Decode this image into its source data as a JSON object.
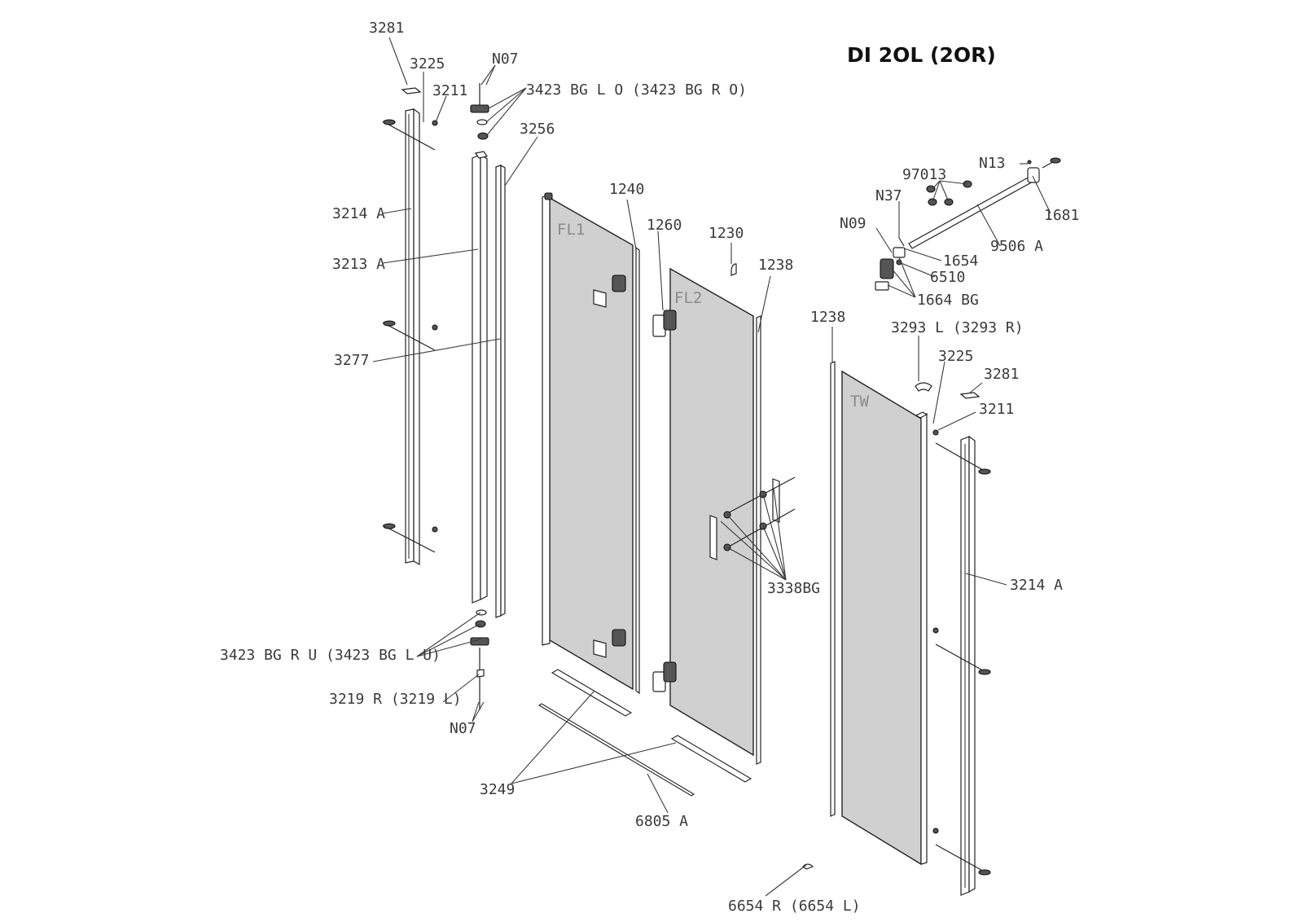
{
  "diagram": {
    "title": "DI 2OL (2OR)",
    "panel_labels": {
      "fl1": "FL1",
      "fl2": "FL2",
      "tw": "TW"
    },
    "callouts": {
      "c3281_top": "3281",
      "c3225_top": "3225",
      "c3211_top": "3211",
      "cN07_top": "N07",
      "c3423_top": "3423 BG L O (3423 BG R O)",
      "c3256": "3256",
      "c3214A_left": "3214  A",
      "c3213A": "3213  A",
      "c3277": "3277",
      "c1240": "1240",
      "c1260": "1260",
      "c1230": "1230",
      "c1238_mid": "1238",
      "c1238_right": "1238",
      "c97013": "97013",
      "cN13": "N13",
      "cN37": "N37",
      "cN09": "N09",
      "c1681": "1681",
      "c9506A": "9506  A",
      "c1654": "1654",
      "c6510": "6510",
      "c1664BG": "1664 BG",
      "c3293": "3293 L (3293 R)",
      "c3225_right": "3225",
      "c3281_right": "3281",
      "c3211_right": "3211",
      "c3338BG": "3338BG",
      "c3214A_right": "3214  A",
      "c3423_bottom": "3423 BG R U (3423 BG L U)",
      "c3219": "3219 R (3219 L)",
      "cN07_bottom": "N07",
      "c3249": "3249",
      "c6805A": "6805  A",
      "c6654": "6654 R (6654 L)"
    }
  }
}
